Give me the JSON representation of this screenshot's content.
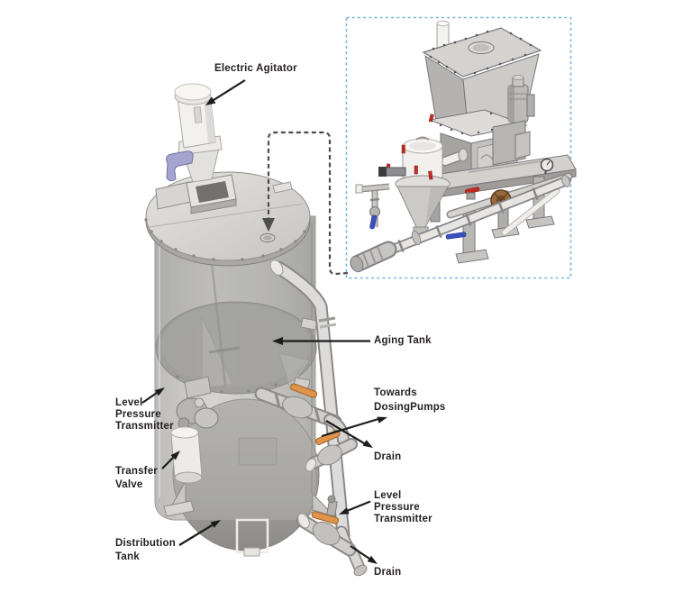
{
  "labels": {
    "electric_agitator": {
      "lines": [
        "Electric Agitator"
      ]
    },
    "aging_tank": {
      "lines": [
        "Aging Tank"
      ]
    },
    "towards_dosing_pumps": {
      "lines": [
        "Towards",
        "DosingPumps"
      ]
    },
    "drain_upper": {
      "lines": [
        "Drain"
      ]
    },
    "level_pressure_transmitter_right": {
      "lines": [
        "Level",
        "Pressure",
        "Transmitter"
      ]
    },
    "drain_lower": {
      "lines": [
        "Drain"
      ]
    },
    "level_pressure_transmitter_left": {
      "lines": [
        "Level",
        "Pressure",
        "Transmitter"
      ]
    },
    "transfer_valve": {
      "lines": [
        "Transfer",
        "Valve"
      ]
    },
    "distribution_tank": {
      "lines": [
        "Distribution",
        "Tank"
      ]
    }
  },
  "colors": {
    "label_text": "#231f20",
    "arrow": "#1c1c1c",
    "inset_border": "#76b4e4",
    "callout_dash": "#4d4d4d",
    "valve_handle_orange": "#e0934a",
    "clamp_purple": "#a4a4cf",
    "handle_blue": "#3b51c1",
    "pin_red": "#c42b20",
    "fitting_bronze": "#96683c"
  }
}
